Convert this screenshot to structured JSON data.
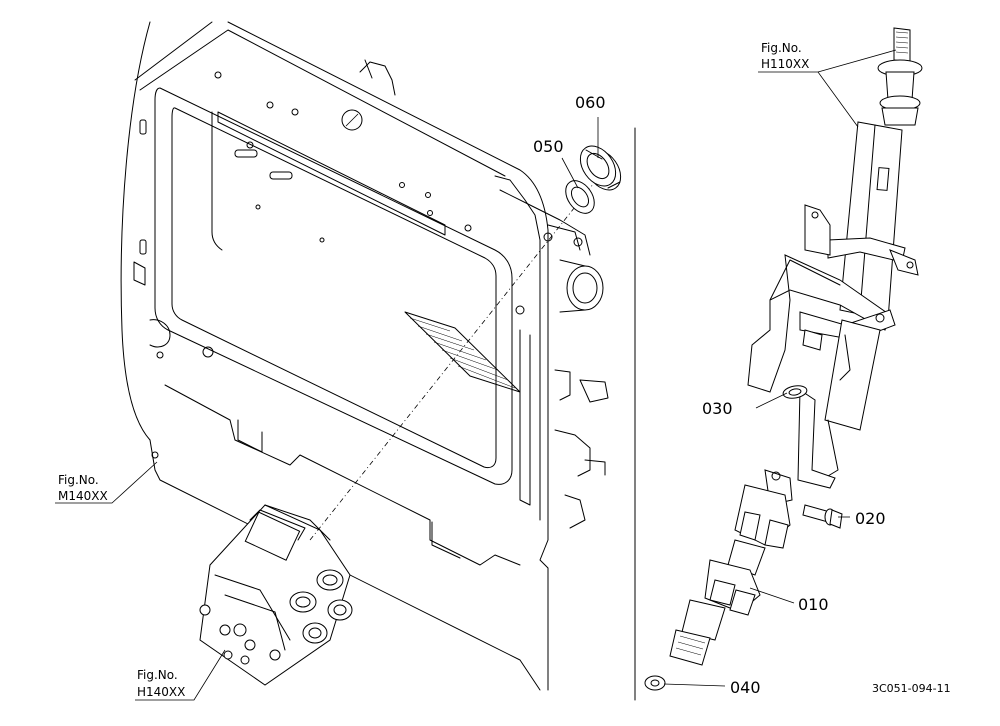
{
  "parts": [
    {
      "id": "part-010",
      "label": "010"
    },
    {
      "id": "part-020",
      "label": "020"
    },
    {
      "id": "part-030",
      "label": "030"
    },
    {
      "id": "part-040",
      "label": "040"
    },
    {
      "id": "part-050",
      "label": "050"
    },
    {
      "id": "part-060",
      "label": "060"
    }
  ],
  "figure_refs": [
    {
      "id": "fig-h110",
      "prefix": "Fig.No.",
      "code": "H110XX"
    },
    {
      "id": "fig-m140",
      "prefix": "Fig.No.",
      "code": "M140XX"
    },
    {
      "id": "fig-h140",
      "prefix": "Fig.No.",
      "code": "H140XX"
    }
  ],
  "drawing_code": "3C051-094-11"
}
